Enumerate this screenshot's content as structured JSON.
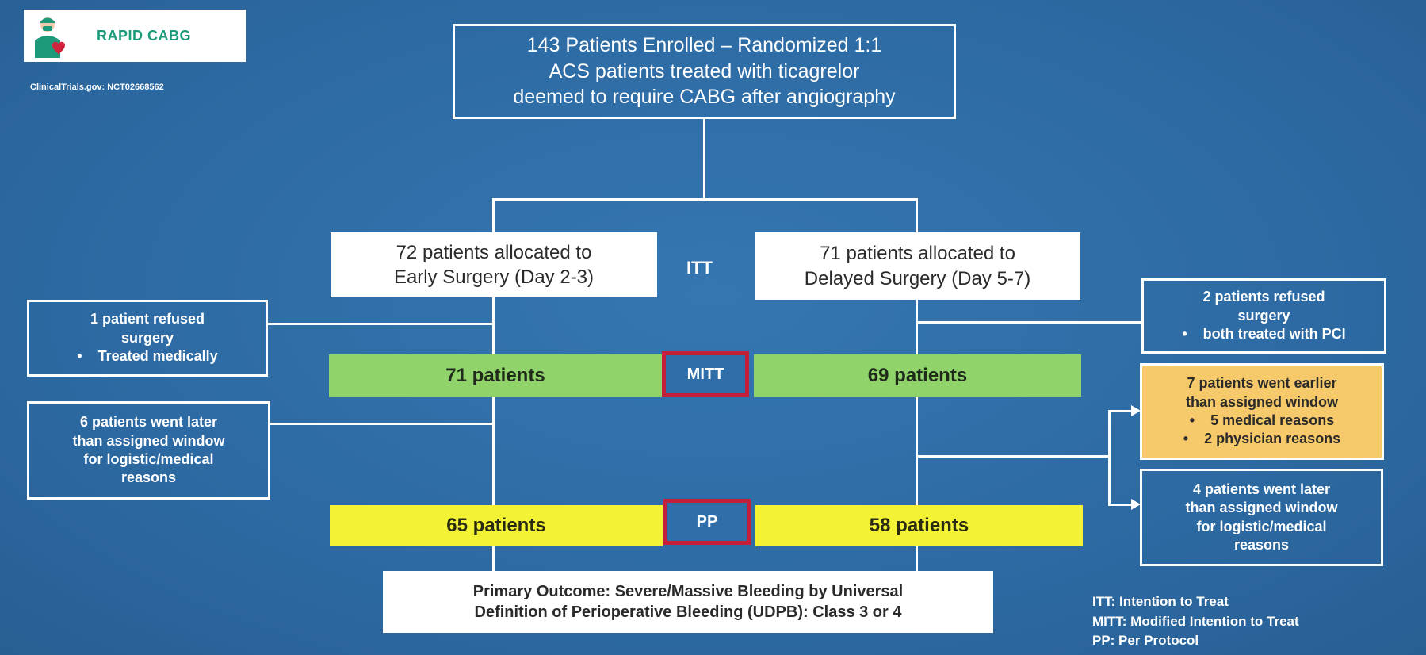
{
  "header": {
    "logo_title": "RAPID CABG",
    "trial_id": "ClinicalTrials.gov: NCT02668562"
  },
  "enrolled": {
    "line1": "143 Patients Enrolled – Randomized 1:1",
    "line2": "ACS patients treated with ticagrelor",
    "line3": "deemed to require CABG after angiography"
  },
  "early_arm": {
    "line1": "72 patients allocated to",
    "line2": "Early Surgery (Day 2-3)"
  },
  "delayed_arm": {
    "line1": "71 patients allocated to",
    "line2": "Delayed Surgery (Day 5-7)"
  },
  "itt_label": "ITT",
  "mitt": {
    "label": "MITT",
    "early": "71 patients",
    "delayed": "69 patients"
  },
  "pp": {
    "label": "PP",
    "early": "65 patients",
    "delayed": "58 patients"
  },
  "left_notes": {
    "refused": {
      "line1": "1 patient refused",
      "line2": "surgery",
      "bullet": "Treated medically"
    },
    "later": {
      "line1": "6 patients went later",
      "line2": "than assigned window",
      "line3": "for logistic/medical",
      "line4": "reasons"
    }
  },
  "right_notes": {
    "refused": {
      "line1": "2 patients refused",
      "line2": "surgery",
      "bullet": "both treated with PCI"
    },
    "earlier": {
      "line1": "7 patients went earlier",
      "line2": "than assigned window",
      "bullet1": "5 medical  reasons",
      "bullet2": "2 physician reasons"
    },
    "later": {
      "line1": "4 patients went later",
      "line2": "than assigned window",
      "line3": "for logistic/medical",
      "line4": "reasons"
    }
  },
  "outcome": {
    "line1": "Primary Outcome: Severe/Massive Bleeding by Universal",
    "line2": "Definition of Perioperative Bleeding (UDPB): Class 3 or 4"
  },
  "legend": {
    "itt": "ITT: Intention to Treat",
    "mitt": "MITT: Modified Intention to Treat",
    "pp": "PP: Per Protocol"
  },
  "colors": {
    "background": "#2f6ea8",
    "mitt_bar": "#8fd36a",
    "pp_bar": "#f3f235",
    "highlight": "#c41e3a",
    "earlier_box": "#f6c96a",
    "logo_text": "#1d9a7a"
  }
}
